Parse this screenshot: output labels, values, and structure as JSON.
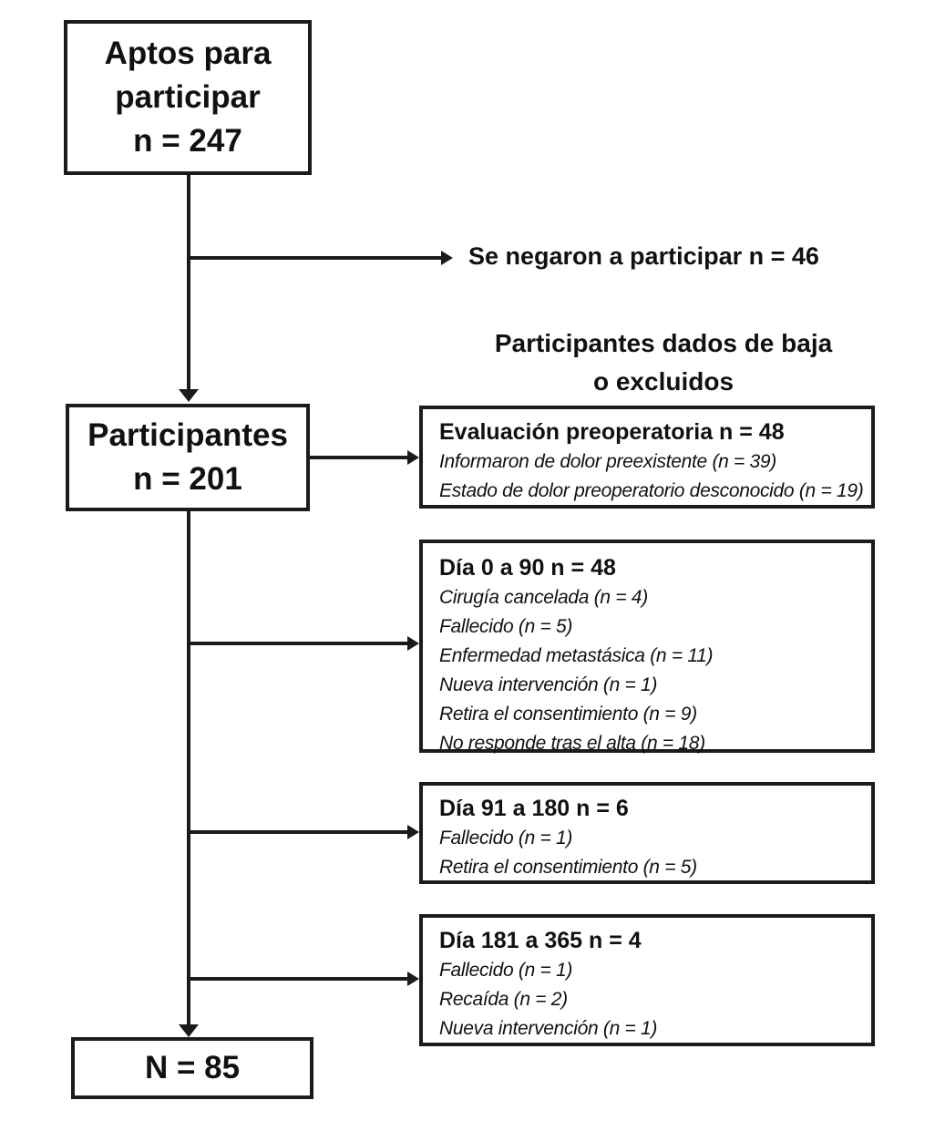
{
  "diagram": {
    "eligible_box": {
      "line1": "Aptos para",
      "line2": "participar",
      "line3": "n = 247"
    },
    "refused_label": "Se negaron a participar n = 46",
    "withdrawn_header": {
      "line1": "Participantes dados de baja",
      "line2": "o excluidos"
    },
    "participants_box": {
      "line1": "Participantes",
      "line2": "n = 201"
    },
    "exclusion_boxes": [
      {
        "title": "Evaluación preoperatoria n = 48",
        "items": [
          "Informaron de dolor preexistente (n = 39)",
          "Estado de dolor preoperatorio desconocido (n = 19)"
        ]
      },
      {
        "title": "Día 0 a 90 n = 48",
        "items": [
          "Cirugía cancelada (n = 4)",
          "Fallecido (n = 5)",
          "Enfermedad metastásica (n = 11)",
          "Nueva intervención (n = 1)",
          "Retira el consentimiento (n = 9)",
          "No responde tras el alta (n = 18)"
        ]
      },
      {
        "title": "Día 91 a 180 n = 6",
        "items": [
          "Fallecido (n = 1)",
          "Retira el consentimiento (n = 5)"
        ]
      },
      {
        "title": "Día 181 a 365 n = 4",
        "items": [
          "Fallecido (n = 1)",
          "Recaída (n = 2)",
          "Nueva intervención (n = 1)"
        ]
      }
    ],
    "final_box": {
      "label": "N = 85"
    },
    "colors": {
      "line": "#1b1b1b",
      "text": "#111111",
      "background": "#ffffff"
    }
  }
}
